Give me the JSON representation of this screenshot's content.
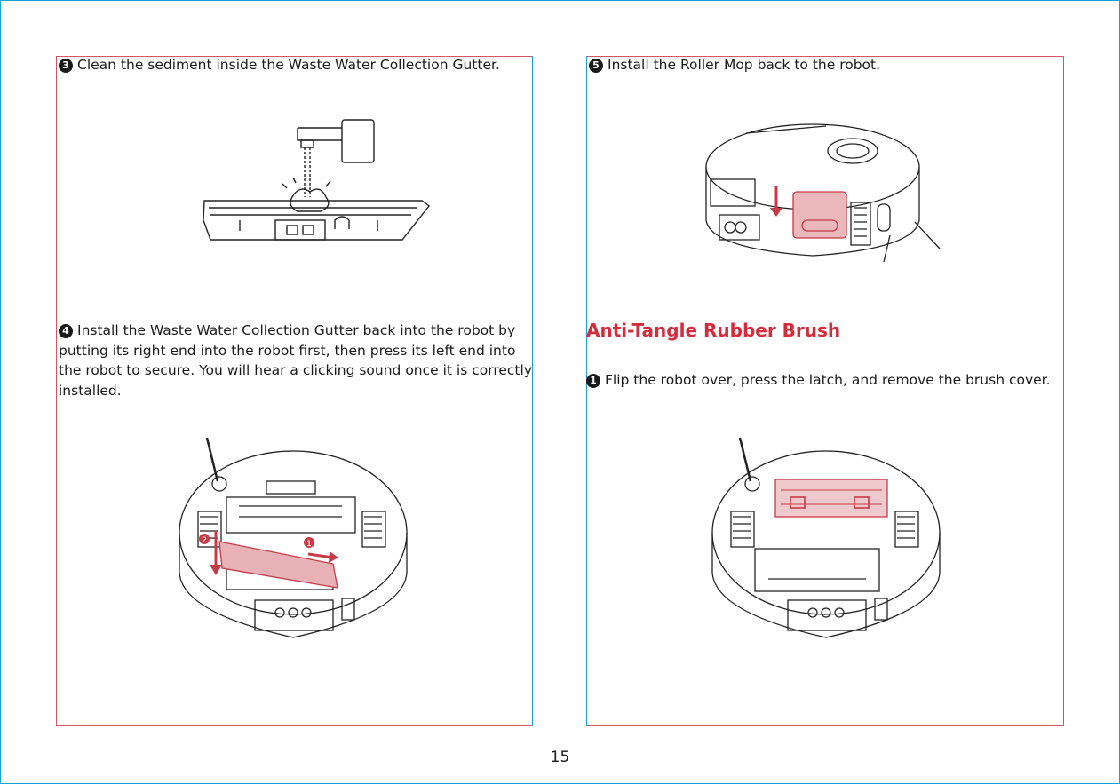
{
  "steps": {
    "step3": {
      "number": "3",
      "text": "Clean the sediment inside the Waste Water Collection Gutter."
    },
    "step4": {
      "number": "4",
      "text": "Install the Waste Water Collection Gutter back into the robot by putting its right end into the robot first, then press its left end into the robot to secure. You will hear a clicking sound once it is correctly installed."
    },
    "step5": {
      "number": "5",
      "text": "Install the Roller Mop back to the robot."
    }
  },
  "section": {
    "title": "Anti-Tangle Rubber Brush",
    "step1": {
      "number": "1",
      "text": "Flip the robot over, press the latch, and remove the brush cover."
    }
  },
  "callouts": {
    "c1": "1",
    "c2": "2"
  },
  "page_number": "15",
  "colors": {
    "accent": "#d52b3a",
    "guide": "#1aa0d8",
    "border": "#d2555f"
  }
}
